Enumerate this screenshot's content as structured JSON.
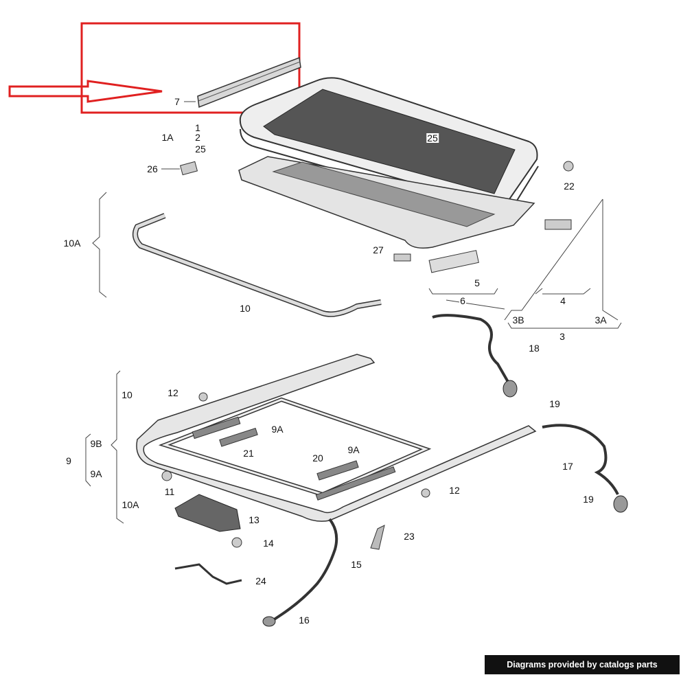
{
  "diagram": {
    "labels": [
      "7",
      "1A",
      "1",
      "2",
      "25",
      "25",
      "26",
      "22",
      "10A",
      "27",
      "5",
      "6",
      "4",
      "10",
      "3B",
      "3A",
      "3",
      "18",
      "10",
      "12",
      "19",
      "9A",
      "9B",
      "9",
      "9A",
      "21",
      "20",
      "9A",
      "17",
      "11",
      "12",
      "10A",
      "19",
      "13",
      "23",
      "14",
      "15",
      "24",
      "16"
    ],
    "highlight_color": "#e02020"
  },
  "caption": "Diagrams provided by catalogs parts"
}
